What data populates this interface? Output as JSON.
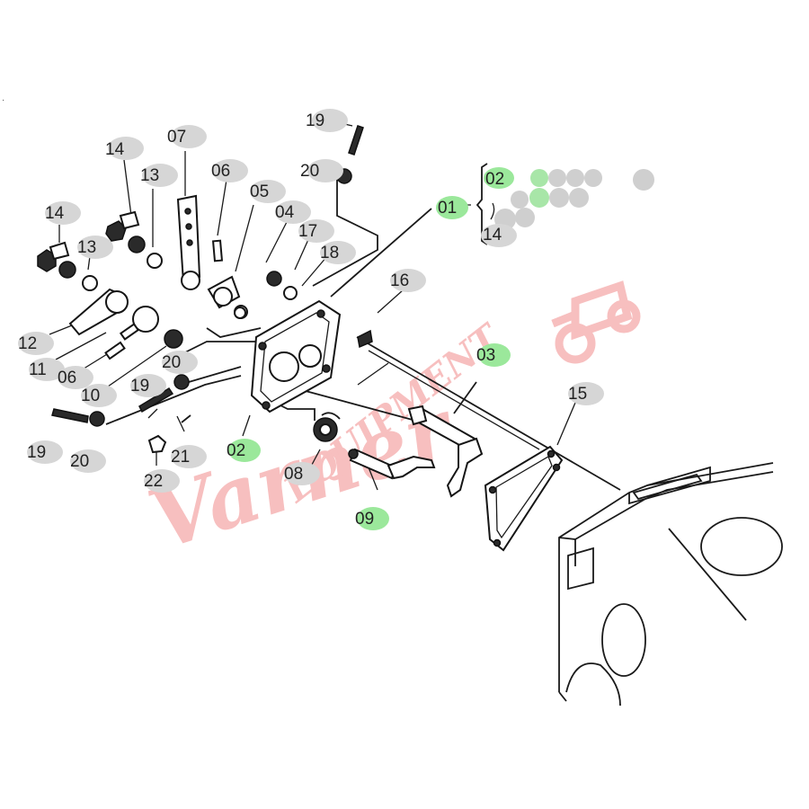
{
  "labels": {
    "p01": "01",
    "p02": "02",
    "p02_legend": "02",
    "p03": "03",
    "p04": "04",
    "p05": "05",
    "p06_top": "06",
    "p06_left": "06",
    "p07": "07",
    "p08": "08",
    "p09": "09",
    "p10": "10",
    "p11": "11",
    "p12": "12",
    "p13_top": "13",
    "p13_left": "13",
    "p14_top": "14",
    "p14_left": "14",
    "p14_legend": "14",
    "p15": "15",
    "p16": "16",
    "p17": "17",
    "p18": "18",
    "p19_top": "19",
    "p19_mid": "19",
    "p19_left": "19",
    "p20_top": "20",
    "p20_mid": "20",
    "p20_left": "20",
    "p21": "21",
    "p22": "22"
  },
  "highlighted_parts": [
    "01",
    "02",
    "03",
    "09"
  ],
  "colors": {
    "highlight": "#9be89b",
    "label_shadow": "#d4d4d4",
    "line": "#1a1a1a",
    "watermark": "#f2a9a9"
  },
  "watermark": {
    "script": "Varner",
    "caps": "EQUIPMENT",
    "logo": "tractor-icon"
  }
}
